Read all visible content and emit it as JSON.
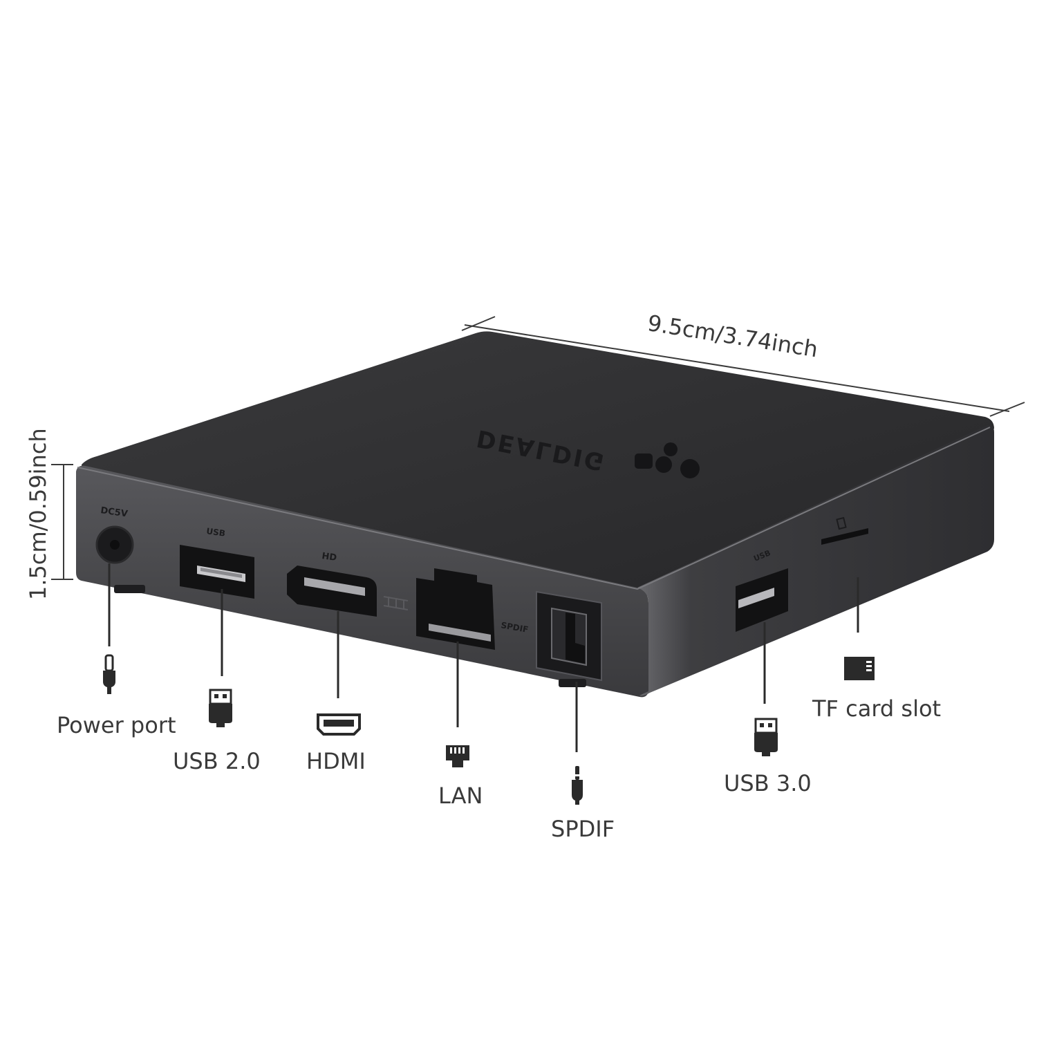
{
  "dimensions": {
    "width_label": "9.5cm/3.74inch",
    "height_label": "1.5cm/0.59inch"
  },
  "device": {
    "brand": "DEALDIG",
    "port_markings": {
      "power": "DC5V",
      "usb2": "USB",
      "hdmi": "HD",
      "spdif": "SPDIF",
      "usb3": "USB"
    }
  },
  "callouts": [
    {
      "id": "power",
      "label": "Power port",
      "icon": "dc-plug-icon"
    },
    {
      "id": "usb2",
      "label": "USB 2.0",
      "icon": "usb-plug-icon"
    },
    {
      "id": "hdmi",
      "label": "HDMI",
      "icon": "hdmi-plug-icon"
    },
    {
      "id": "lan",
      "label": "LAN",
      "icon": "rj45-plug-icon"
    },
    {
      "id": "spdif",
      "label": "SPDIF",
      "icon": "audio-jack-icon"
    },
    {
      "id": "usb3",
      "label": "USB 3.0",
      "icon": "usb-plug-icon"
    },
    {
      "id": "tf",
      "label": "TF card slot",
      "icon": "microsd-card-icon"
    }
  ],
  "colors": {
    "label_text": "#3a3a3a",
    "device_top": "#2e2e30",
    "device_front": "#4a4a4d",
    "device_side": "#3c3c3f"
  }
}
